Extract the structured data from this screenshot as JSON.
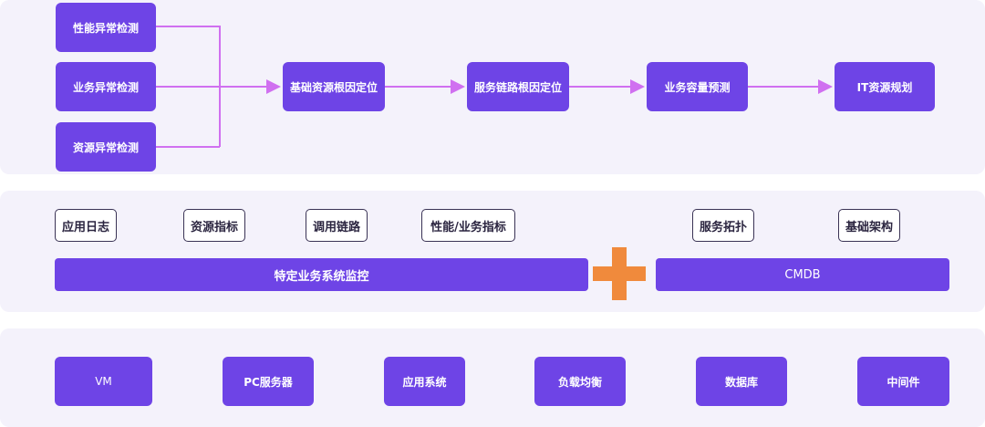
{
  "flow": {
    "detectors": [
      "性能异常检测",
      "业务异常检测",
      "资源异常检测"
    ],
    "steps": [
      "基础资源根因定位",
      "服务链路根因定位",
      "业务容量预测",
      "IT资源规划"
    ]
  },
  "data_sources": {
    "tags": [
      "应用日志",
      "资源指标",
      "调用链路",
      "性能/业务指标",
      "服务拓扑",
      "基础架构"
    ],
    "monitor_label": "特定业务系统监控",
    "cmdb_label": "CMDB"
  },
  "infrastructure": {
    "items": [
      "VM",
      "PC服务器",
      "应用系统",
      "负载均衡",
      "数据库",
      "中间件"
    ]
  },
  "colors": {
    "primary": "#6e44e6",
    "connector": "#d070f0",
    "plus": "#f08a3c",
    "panel": "#f4f2fb"
  }
}
